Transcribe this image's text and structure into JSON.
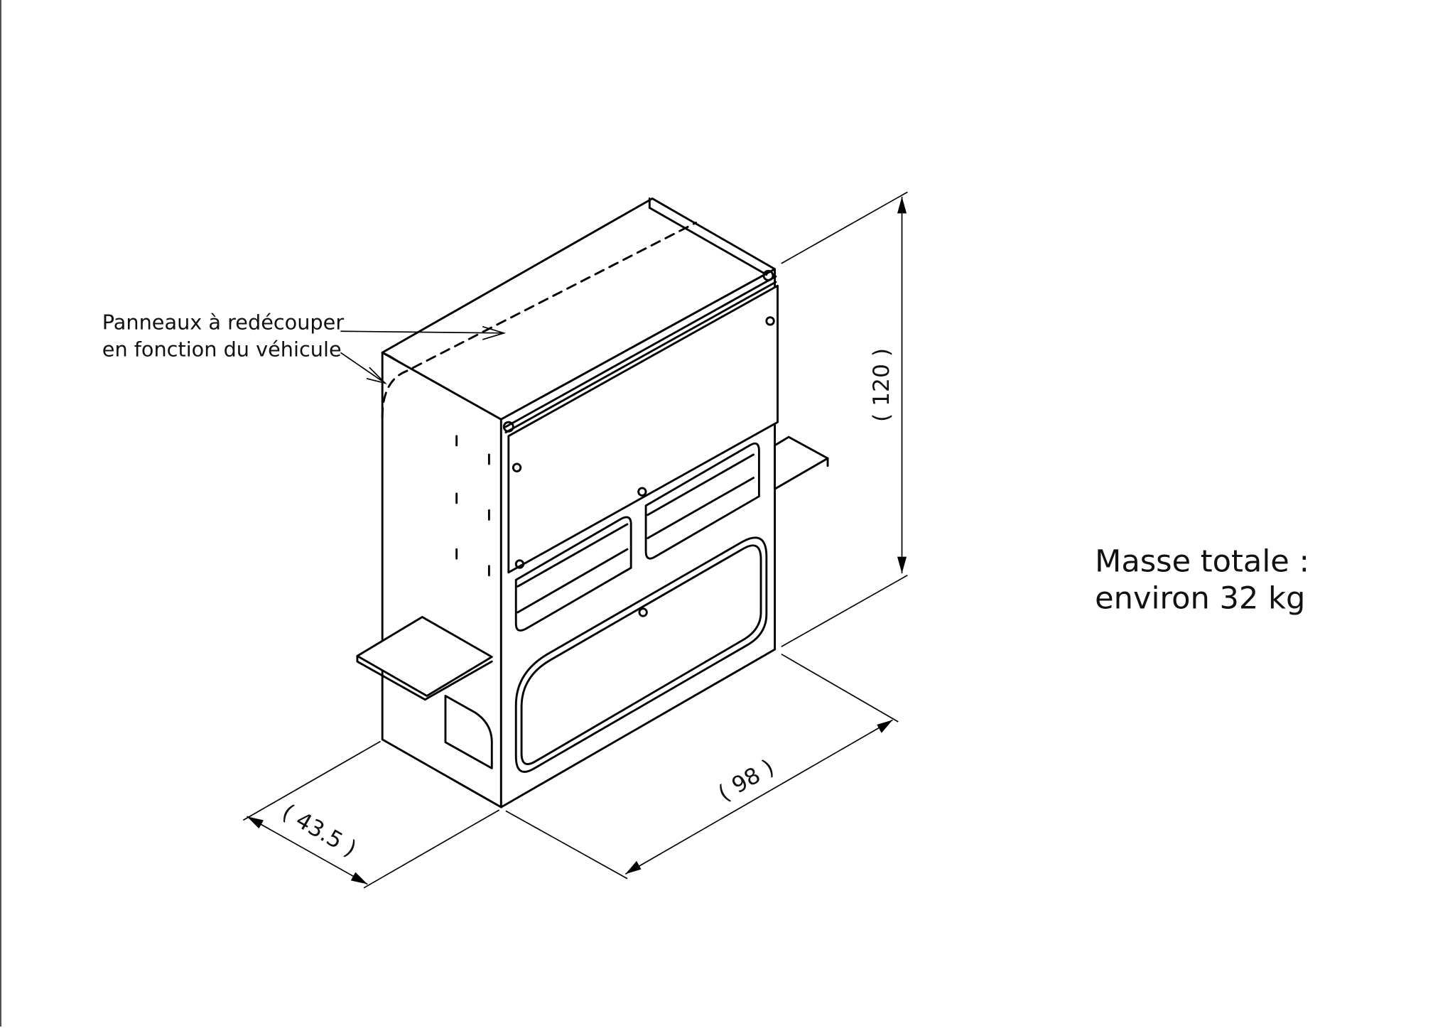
{
  "annotation": {
    "line1": "Panneaux à redécouper",
    "line2": "en fonction du véhicule"
  },
  "dimensions": {
    "height": "( 120 )",
    "width": "( 98 )",
    "depth": "( 43.5 )"
  },
  "mass": {
    "line1": "Masse totale :",
    "line2": "environ 32 kg"
  }
}
